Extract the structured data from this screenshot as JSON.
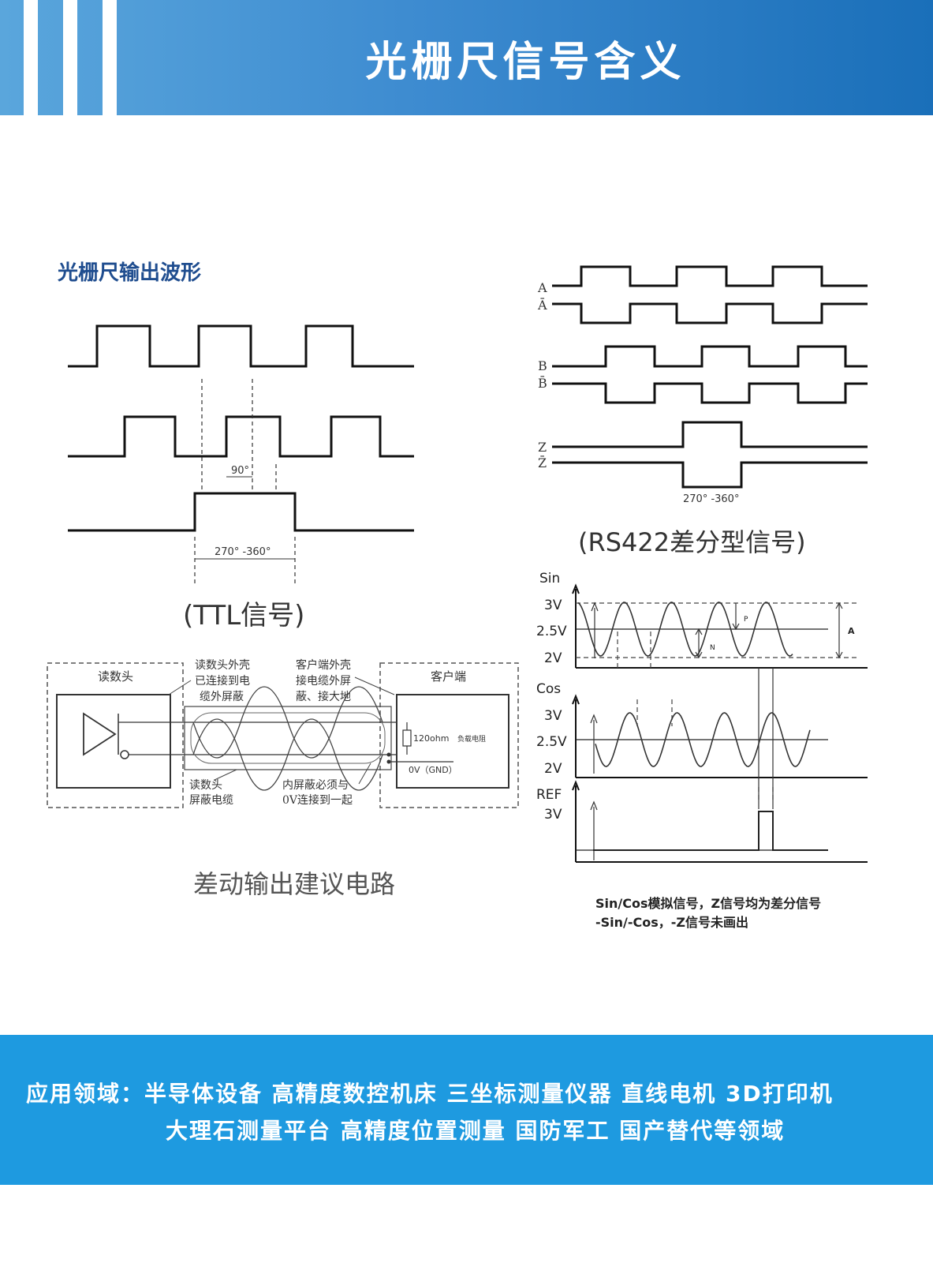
{
  "header": {
    "title": "光栅尺信号含义"
  },
  "section": {
    "title": "光栅尺输出波形"
  },
  "ttl": {
    "caption": "(TTL信号)",
    "label_90": "90°",
    "label_phase": "270° -360°"
  },
  "rs422": {
    "caption": "(RS422差分型信号)",
    "labels": [
      "A",
      "Ā",
      "B",
      "B̄",
      "Z",
      "Z̄"
    ],
    "label_phase": "270° -360°"
  },
  "diff_circuit": {
    "caption": "差动输出建议电路",
    "read_head": "读数头",
    "client": "客户端",
    "note_head_line1": "读数头外壳",
    "note_head_line2": "已连接到电",
    "note_head_line3": "缆外屏蔽",
    "note_client_line1": "客户端外壳",
    "note_client_line2": "接电缆外屏",
    "note_client_line3": "蔽、接大地",
    "resistor": "120ohm",
    "load": "负载电阻",
    "gnd": "0V（GND）",
    "cable_line1": "读数头",
    "cable_line2": "屏蔽电缆",
    "inner_line1": "内屏蔽必须与",
    "inner_line2": "0V连接到一起"
  },
  "analog": {
    "sin": "Sin",
    "cos": "Cos",
    "ref": "REF",
    "v3": "3V",
    "v25": "2.5V",
    "v2": "2V",
    "p": "P",
    "n": "N",
    "a": "A",
    "note_line1": "Sin/Cos模拟信号，Z信号均为差分信号",
    "note_line2": "-Sin/-Cos，-Z信号未画出"
  },
  "footer": {
    "line1": "应用领域：半导体设备 高精度数控机床 三坐标测量仪器 直线电机 3D打印机",
    "line2": "大理石测量平台 高精度位置测量 国防军工 国产替代等领域"
  }
}
